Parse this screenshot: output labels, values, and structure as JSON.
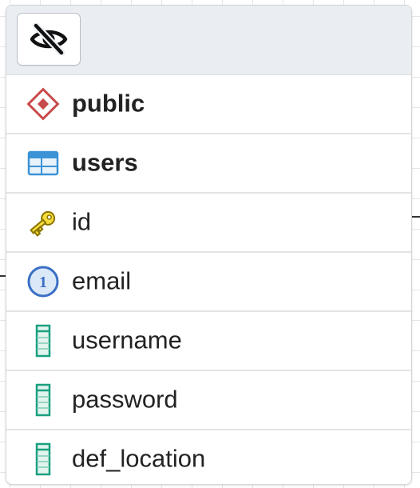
{
  "toolbar": {
    "visibility_toggle_icon": "eye-off-icon"
  },
  "tree": {
    "items": [
      {
        "label": "public",
        "kind": "schema",
        "icon": "schema-diamond-icon",
        "bold": true
      },
      {
        "label": "users",
        "kind": "table",
        "icon": "table-icon",
        "bold": true
      },
      {
        "label": "id",
        "kind": "primary-key-column",
        "icon": "key-icon",
        "bold": false
      },
      {
        "label": "email",
        "kind": "unique-column",
        "icon": "unique-one-icon",
        "bold": false
      },
      {
        "label": "username",
        "kind": "column",
        "icon": "column-icon",
        "bold": false
      },
      {
        "label": "password",
        "kind": "column",
        "icon": "column-icon",
        "bold": false
      },
      {
        "label": "def_location",
        "kind": "column",
        "icon": "column-icon",
        "bold": false
      }
    ]
  },
  "colors": {
    "schema": "#c84a4a",
    "table": "#3b93d6",
    "key": "#e6c200",
    "unique": "#3a6fc4",
    "column": "#1aa080"
  }
}
